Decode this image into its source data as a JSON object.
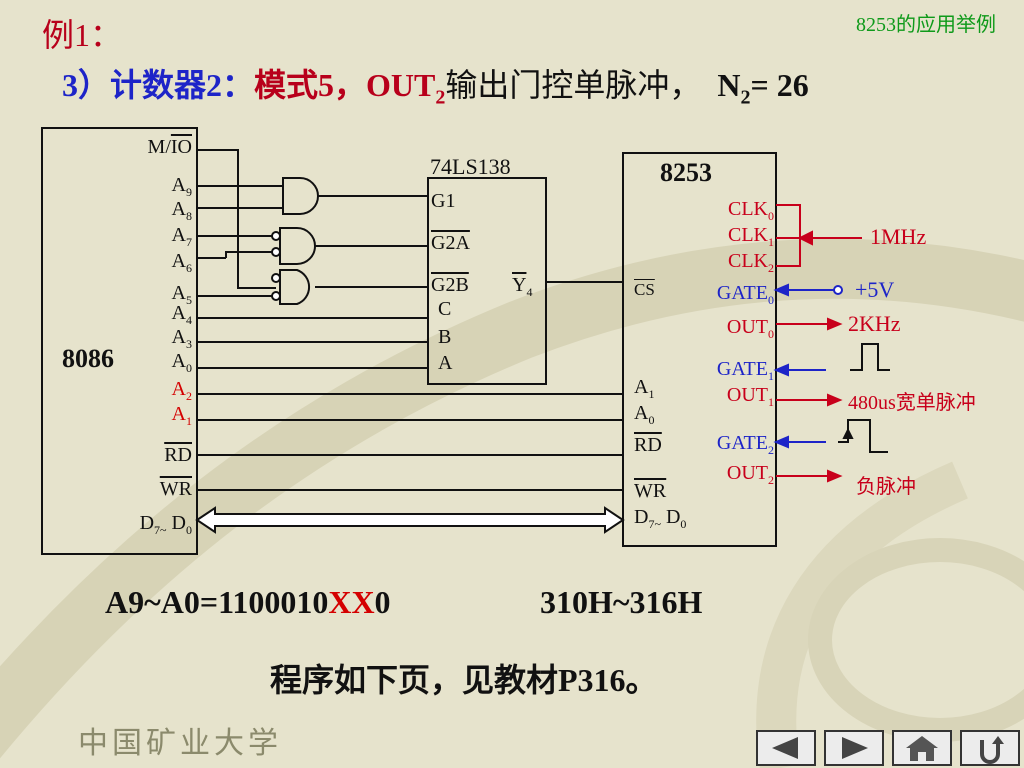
{
  "header": {
    "example_label": "例1：",
    "corner_text": "8253的应用举例",
    "line_parts": [
      "3）计数器2：",
      "模式5，OUT",
      "2",
      "输出门控单脉冲，",
      "N",
      "2",
      "= 26"
    ]
  },
  "cpu": {
    "name": "8086",
    "pins": [
      {
        "text": "M/",
        "over": "IO",
        "sub": ""
      },
      {
        "text": "A",
        "sub": "9"
      },
      {
        "text": "A",
        "sub": "8"
      },
      {
        "text": "A",
        "sub": "7"
      },
      {
        "text": "A",
        "sub": "6"
      },
      {
        "text": "A",
        "sub": "5"
      },
      {
        "text": "A",
        "sub": "4"
      },
      {
        "text": "A",
        "sub": "3"
      },
      {
        "text": "A",
        "sub": "0"
      },
      {
        "text": "A",
        "sub": "2"
      },
      {
        "text": "A",
        "sub": "1"
      },
      {
        "over": "RD"
      },
      {
        "over": "WR"
      },
      {
        "text": "D",
        "sub": "7~",
        "text2": " D",
        "sub2": "0"
      }
    ]
  },
  "decoder": {
    "name": "74LS138",
    "inputs": [
      "G1",
      "G2A",
      "G2B",
      "C",
      "B",
      "A"
    ],
    "output": "Y",
    "output_sub": "4"
  },
  "timer": {
    "name": "8253",
    "cs": "CS",
    "left_pins": [
      {
        "text": "A",
        "sub": "1"
      },
      {
        "text": "A",
        "sub": "0"
      },
      {
        "over": "RD"
      },
      {
        "over": "WR"
      },
      {
        "text": "D",
        "sub": "7~",
        "text2": " D",
        "sub2": "0"
      }
    ],
    "right_pins": [
      {
        "text": "CLK",
        "sub": "0"
      },
      {
        "text": "CLK",
        "sub": "1"
      },
      {
        "text": "CLK",
        "sub": "2"
      },
      {
        "text": "GATE",
        "sub": "0"
      },
      {
        "text": "OUT",
        "sub": "0"
      },
      {
        "text": "GATE",
        "sub": "1"
      },
      {
        "text": "OUT",
        "sub": "1"
      },
      {
        "text": "GATE",
        "sub": "2"
      },
      {
        "text": "OUT",
        "sub": "2"
      }
    ]
  },
  "signals": {
    "clock": "1MHz",
    "vcc": "+5V",
    "out0": "2KHz",
    "out1": "480us宽单脉冲",
    "out2": "负脉冲"
  },
  "footer": {
    "address_prefix": "A9~A0=1100010",
    "address_xx": "XX",
    "address_suffix": "0",
    "range": "310H~316H",
    "program_note": "程序如下页，见教材P316。",
    "school": "中国矿业大学"
  },
  "colors": {
    "red": "#b8001b",
    "blue": "#1d24c8",
    "green": "#0f9a1a",
    "background": "#e6e3cc"
  },
  "nav_icons": [
    "prev-arrow-icon",
    "next-arrow-icon",
    "home-icon",
    "return-icon"
  ]
}
